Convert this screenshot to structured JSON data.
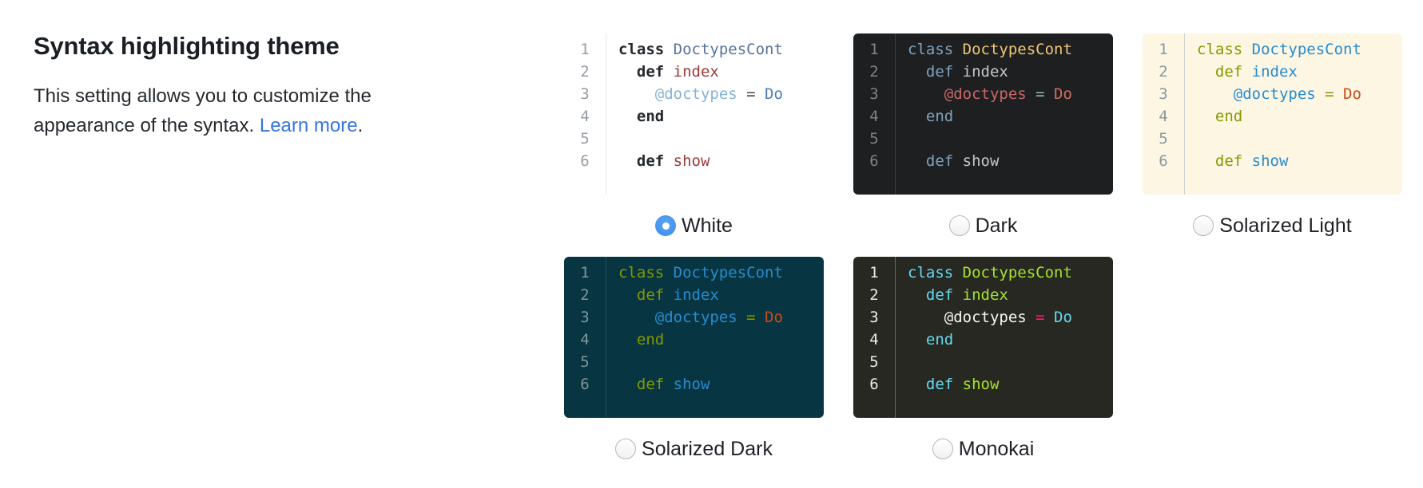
{
  "header": {
    "title": "Syntax highlighting theme",
    "description": {
      "line1": "This setting allows you to customize the",
      "line2_prefix": "appearance of the syntax. ",
      "link_label": "Learn more",
      "suffix": "."
    },
    "link_color": "#3575d9"
  },
  "code_sample": {
    "line_numbers": [
      "1",
      "2",
      "3",
      "4",
      "5",
      "6"
    ],
    "tokens": {
      "l1": {
        "keyword": "class",
        "class_name": "DoctypesCont"
      },
      "l2": {
        "keyword": "def",
        "method": "index"
      },
      "l3": {
        "ivar": "@doctypes",
        "operator": "=",
        "constant": "Do"
      },
      "l4": {
        "keyword": "end"
      },
      "l6": {
        "keyword": "def",
        "method": "show"
      }
    }
  },
  "radio_style": {
    "selected_fill": "#4493ec",
    "unselected_border": "#b7b7b7"
  },
  "themes": [
    {
      "label": "White",
      "selected": true,
      "colors": {
        "bg": "#ffffff",
        "gutter_text": "#959ca6",
        "gutter_border": "#e7e9eb",
        "keyword": "#24292e",
        "class_name": "#56739c",
        "method": "#9d3a36",
        "ivar": "#86b2d6",
        "operator": "#3d4347",
        "constant": "#4b7cb8"
      }
    },
    {
      "label": "Dark",
      "selected": false,
      "colors": {
        "bg": "#1d1f21",
        "gutter_text": "#7e8386",
        "gutter_border": "#3a3d3f",
        "keyword": "#81a2be",
        "class_name": "#f0c674",
        "method": "#c5c8c6",
        "ivar": "#cc6666",
        "operator": "#9fb8ae",
        "constant": "#ce6b5d"
      }
    },
    {
      "label": "Solarized Light",
      "selected": false,
      "colors": {
        "bg": "#fdf6e3",
        "gutter_text": "#8999a2",
        "gutter_border": "#ccd3d0",
        "keyword": "#859900",
        "class_name": "#268bd2",
        "method": "#268bd2",
        "ivar": "#268bd2",
        "operator": "#859900",
        "constant": "#cb4b16"
      }
    },
    {
      "label": "Solarized Dark",
      "selected": false,
      "colors": {
        "bg": "#073642",
        "gutter_text": "#7e959b",
        "gutter_border": "#15505e",
        "keyword": "#859900",
        "class_name": "#268bd2",
        "method": "#268bd2",
        "ivar": "#268bd2",
        "operator": "#859900",
        "constant": "#cb4b16"
      }
    },
    {
      "label": "Monokai",
      "selected": false,
      "colors": {
        "bg": "#272822",
        "gutter_text": "#ecece7",
        "gutter_border": "#67685f",
        "keyword": "#66d9ef",
        "class_name": "#a6e22e",
        "method": "#a6e22e",
        "ivar": "#f8f8f2",
        "operator": "#f92672",
        "constant": "#66d9ef"
      }
    }
  ]
}
